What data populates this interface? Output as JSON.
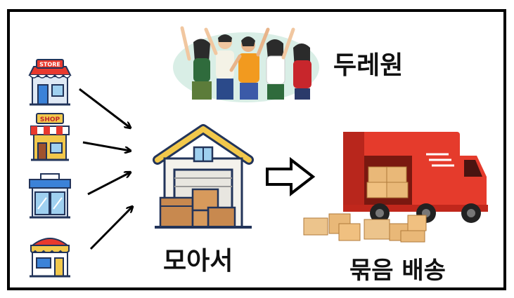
{
  "labels": {
    "group": "두레원",
    "collect": "모아서",
    "bundle": "묶음 배송"
  },
  "stores": [
    {
      "sign": "STORE",
      "icon": "store-icon"
    },
    {
      "sign": "SHOP",
      "icon": "shop-icon"
    },
    {
      "sign": "",
      "icon": "convenience-store-icon"
    },
    {
      "sign": "",
      "icon": "market-stall-icon"
    }
  ],
  "icons": {
    "people": "people-group-icon",
    "warehouse": "warehouse-icon",
    "truck": "delivery-truck-icon",
    "boxes": "parcel-boxes-icon",
    "arrow": "right-arrow-icon"
  },
  "colors": {
    "frame": "#000000",
    "store_red": "#e8392e",
    "roof_yellow": "#f2c84b",
    "truck_red": "#e53b2c",
    "box_tan": "#c8894f",
    "people_bg": "#d9eee6"
  }
}
